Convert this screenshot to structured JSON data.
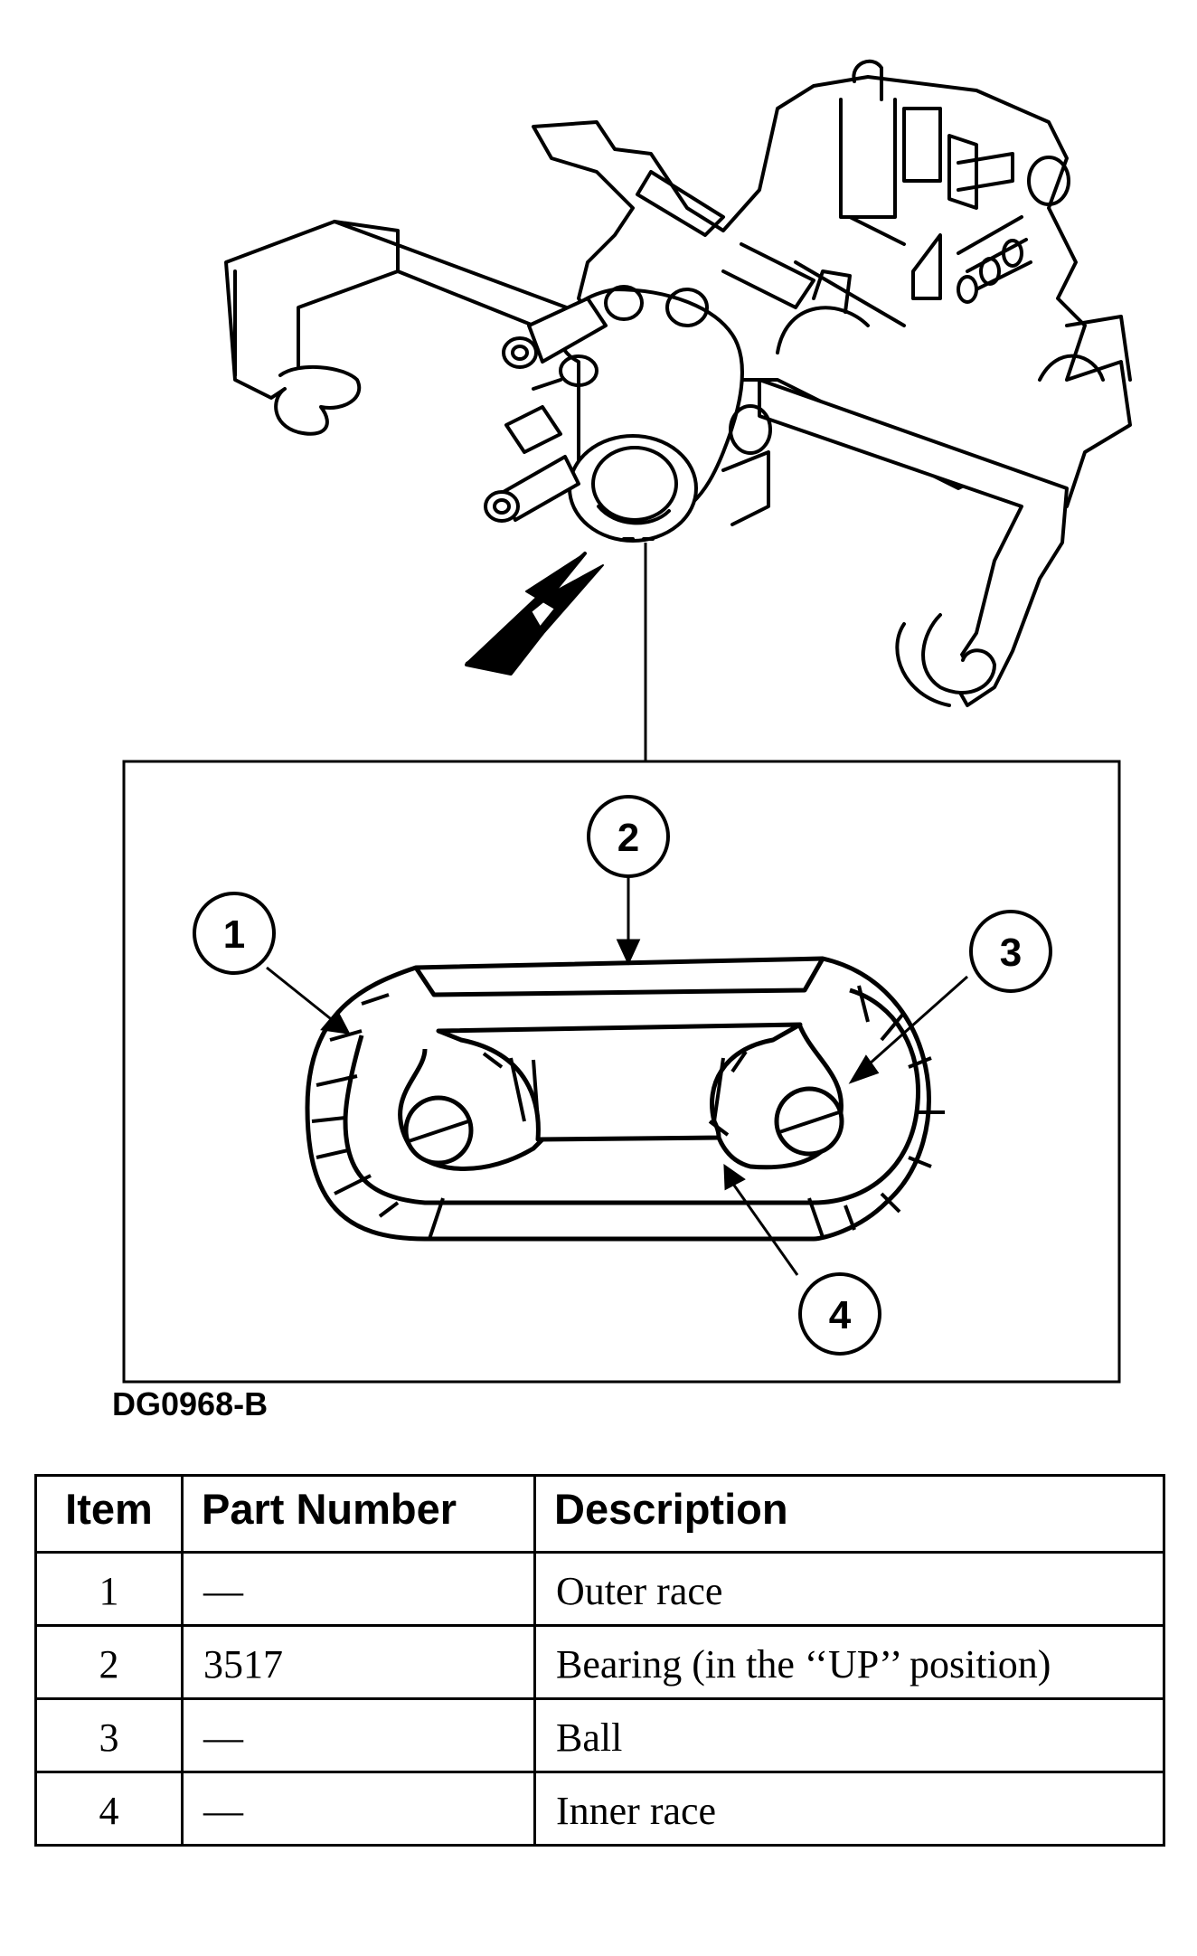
{
  "figure": {
    "code": "DG0968-B",
    "callouts": [
      {
        "number": "1",
        "description": "Outer race"
      },
      {
        "number": "2",
        "description": "Bearing (in the ‘‘UP’’ position)"
      },
      {
        "number": "3",
        "description": "Ball"
      },
      {
        "number": "4",
        "description": "Inner race"
      }
    ]
  },
  "table": {
    "headers": {
      "item": "Item",
      "part_number": "Part Number",
      "description": "Description"
    },
    "rows": [
      {
        "item": "1",
        "part_number": "—",
        "description": "Outer race"
      },
      {
        "item": "2",
        "part_number": "3517",
        "description": "Bearing (in the ‘‘UP’’ position)"
      },
      {
        "item": "3",
        "part_number": "—",
        "description": "Ball"
      },
      {
        "item": "4",
        "part_number": "—",
        "description": "Inner race"
      }
    ]
  }
}
